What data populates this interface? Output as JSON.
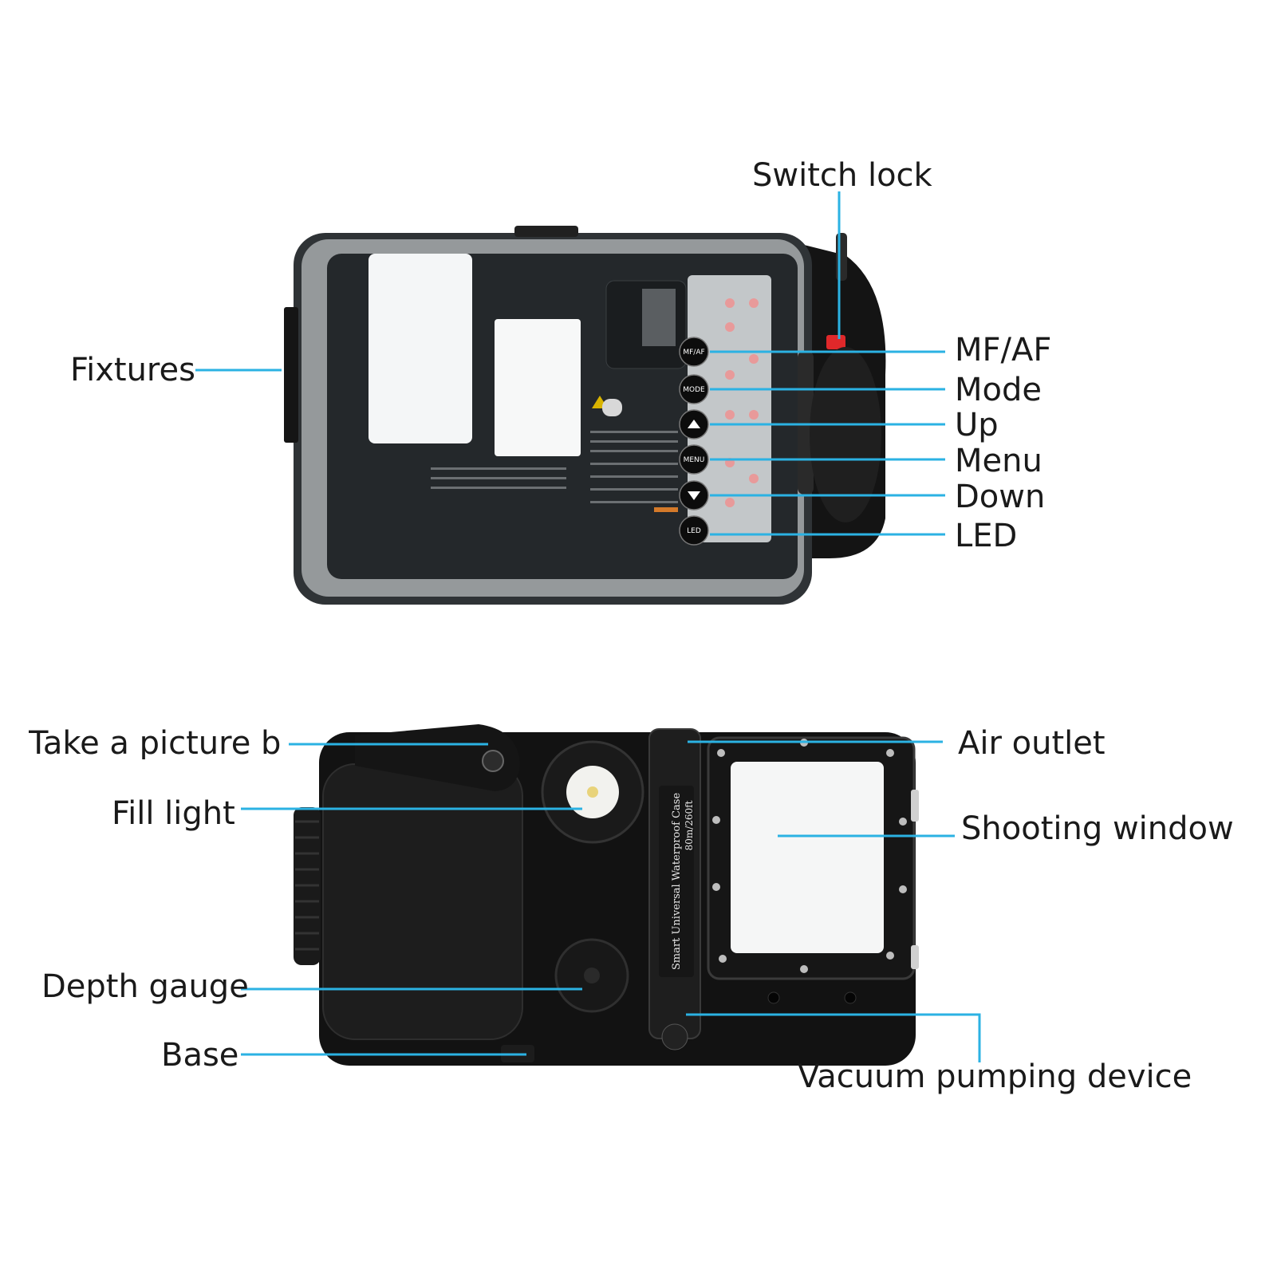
{
  "top_view": {
    "callouts": {
      "fixtures": "Fixtures",
      "switch_lock": "Switch lock",
      "mf_af": "MF/AF",
      "mode": "Mode",
      "up": "Up",
      "menu": "Menu",
      "down": "Down",
      "led": "LED"
    },
    "button_labels": {
      "mf_af": "MF/AF",
      "mode": "MODE",
      "menu": "MENU",
      "led": "LED"
    }
  },
  "bottom_view": {
    "callouts": {
      "take_picture": "Take a picture bu",
      "fill_light": "Fill light",
      "depth_gauge": "Depth gauge",
      "base": "Base",
      "air_outlet": "Air outlet",
      "shooting_window": "Shooting window",
      "vacuum_pumping": "Vacuum pumping device"
    },
    "case_print": {
      "line1": "Smart Universal Waterproof Case",
      "line2": "80m/260ft"
    }
  },
  "colors": {
    "leader_line": "#2bb2e3",
    "switch_lock_red": "#e0282a",
    "housing_black": "#111111",
    "label_text": "#1a1a1a"
  }
}
